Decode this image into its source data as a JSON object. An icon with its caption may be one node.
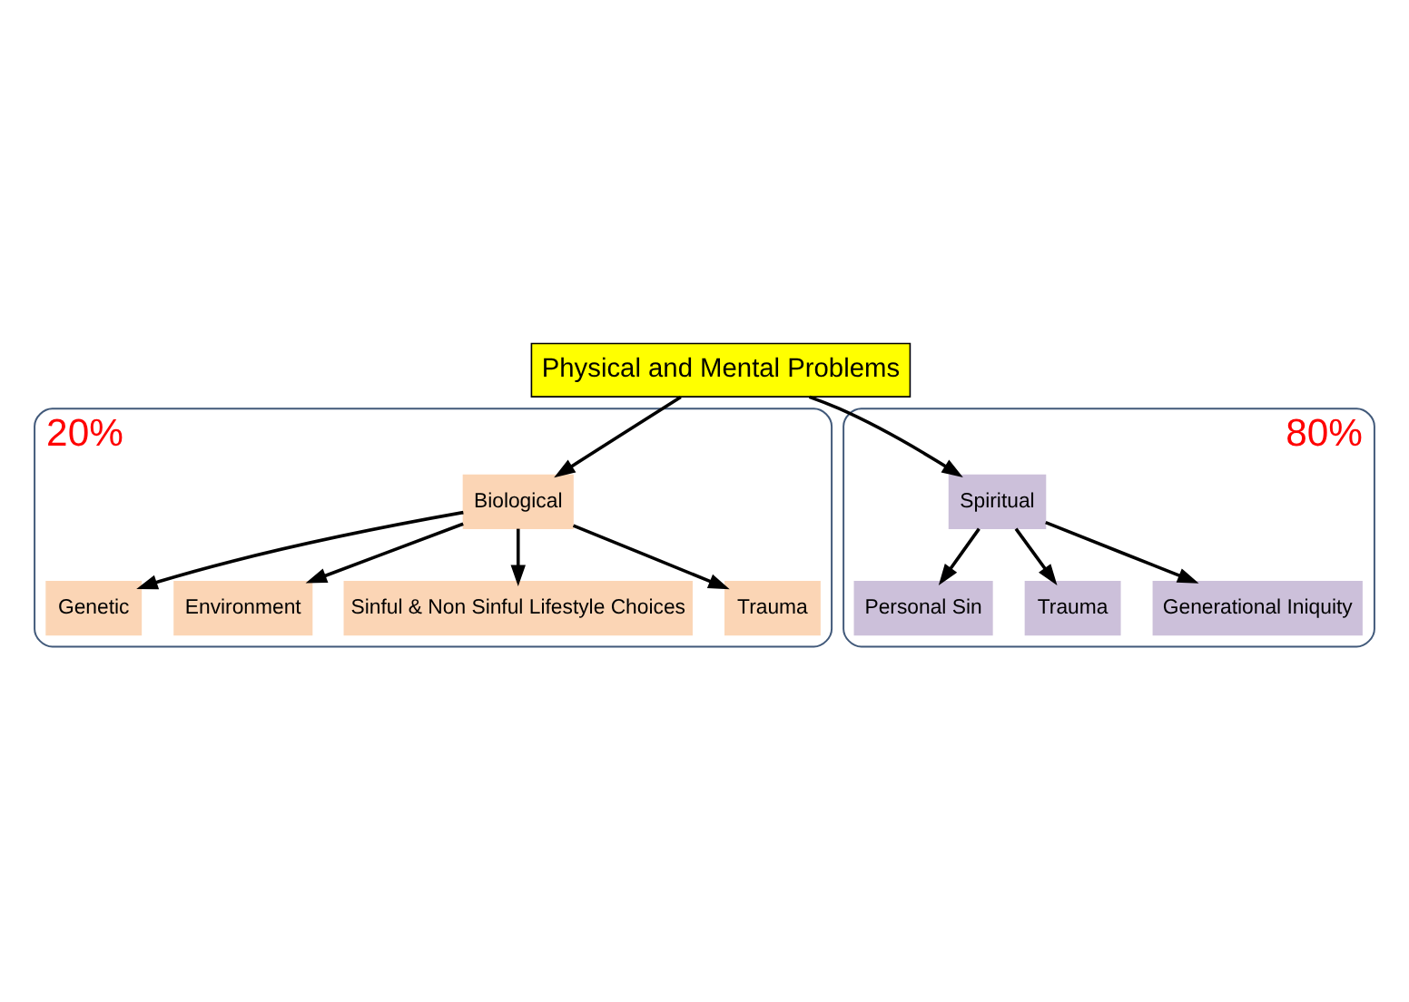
{
  "diagram": {
    "nodes": [
      {
        "text": [
          "Physical and Mental Problems"
        ]
      },
      {
        "text": [
          "20%"
        ]
      },
      {
        "text": [
          "Biological"
        ],
        "in": 1
      },
      {
        "text": [
          "Genetic"
        ],
        "in": 1
      },
      {
        "text": [
          "Environment"
        ],
        "in": 1
      },
      {
        "text": [
          "Sinful & Non Sinful Lifestyle Choices"
        ],
        "in": 1
      },
      {
        "text": [
          "Trauma"
        ],
        "in": 1
      },
      {
        "text": [
          "80%"
        ]
      },
      {
        "text": [
          "Spiritual"
        ],
        "in": 7
      },
      {
        "text": [
          "Personal Sin"
        ],
        "in": 7
      },
      {
        "text": [
          "Trauma"
        ],
        "in": 7
      },
      {
        "text": [
          "Generational Iniquity"
        ],
        "in": 7
      }
    ],
    "edges": [
      {
        "from": 0,
        "to": 2,
        "arrow": "to"
      },
      {
        "from": 0,
        "to": 8,
        "arrow": "to"
      },
      {
        "from": 2,
        "to": 3,
        "arrow": "to"
      },
      {
        "from": 2,
        "to": 4,
        "arrow": "to"
      },
      {
        "from": 2,
        "to": 5,
        "arrow": "to"
      },
      {
        "from": 2,
        "to": 6,
        "arrow": "to"
      },
      {
        "from": 8,
        "to": 9,
        "arrow": "to"
      },
      {
        "from": 8,
        "to": 11,
        "arrow": "to"
      },
      {
        "from": 8,
        "to": 10,
        "arrow": "to"
      }
    ]
  }
}
